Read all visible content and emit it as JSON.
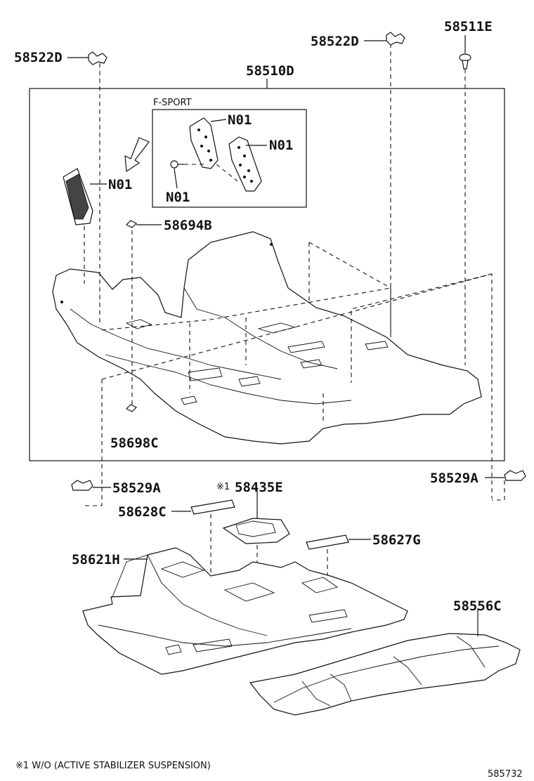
{
  "diagram": {
    "frame_label": "58510D",
    "inset_title": "F-SPORT",
    "labels": {
      "p58522D_left": "58522D",
      "p58522D_right": "58522D",
      "p58511E": "58511E",
      "n01_a": "N01",
      "n01_b": "N01",
      "n01_c": "N01",
      "n01_d": "N01",
      "p58694B": "58694B",
      "p58698C": "58698C",
      "p58529A_left": "58529A",
      "p58529A_right": "58529A",
      "p58435E": "58435E",
      "note_mark": "※1",
      "p58628C": "58628C",
      "p58627G": "58627G",
      "p58621H": "58621H",
      "p58556C": "58556C"
    },
    "footnote": "※1 W/O (ACTIVE STABILIZER SUSPENSION)",
    "figure_number": "585732"
  }
}
